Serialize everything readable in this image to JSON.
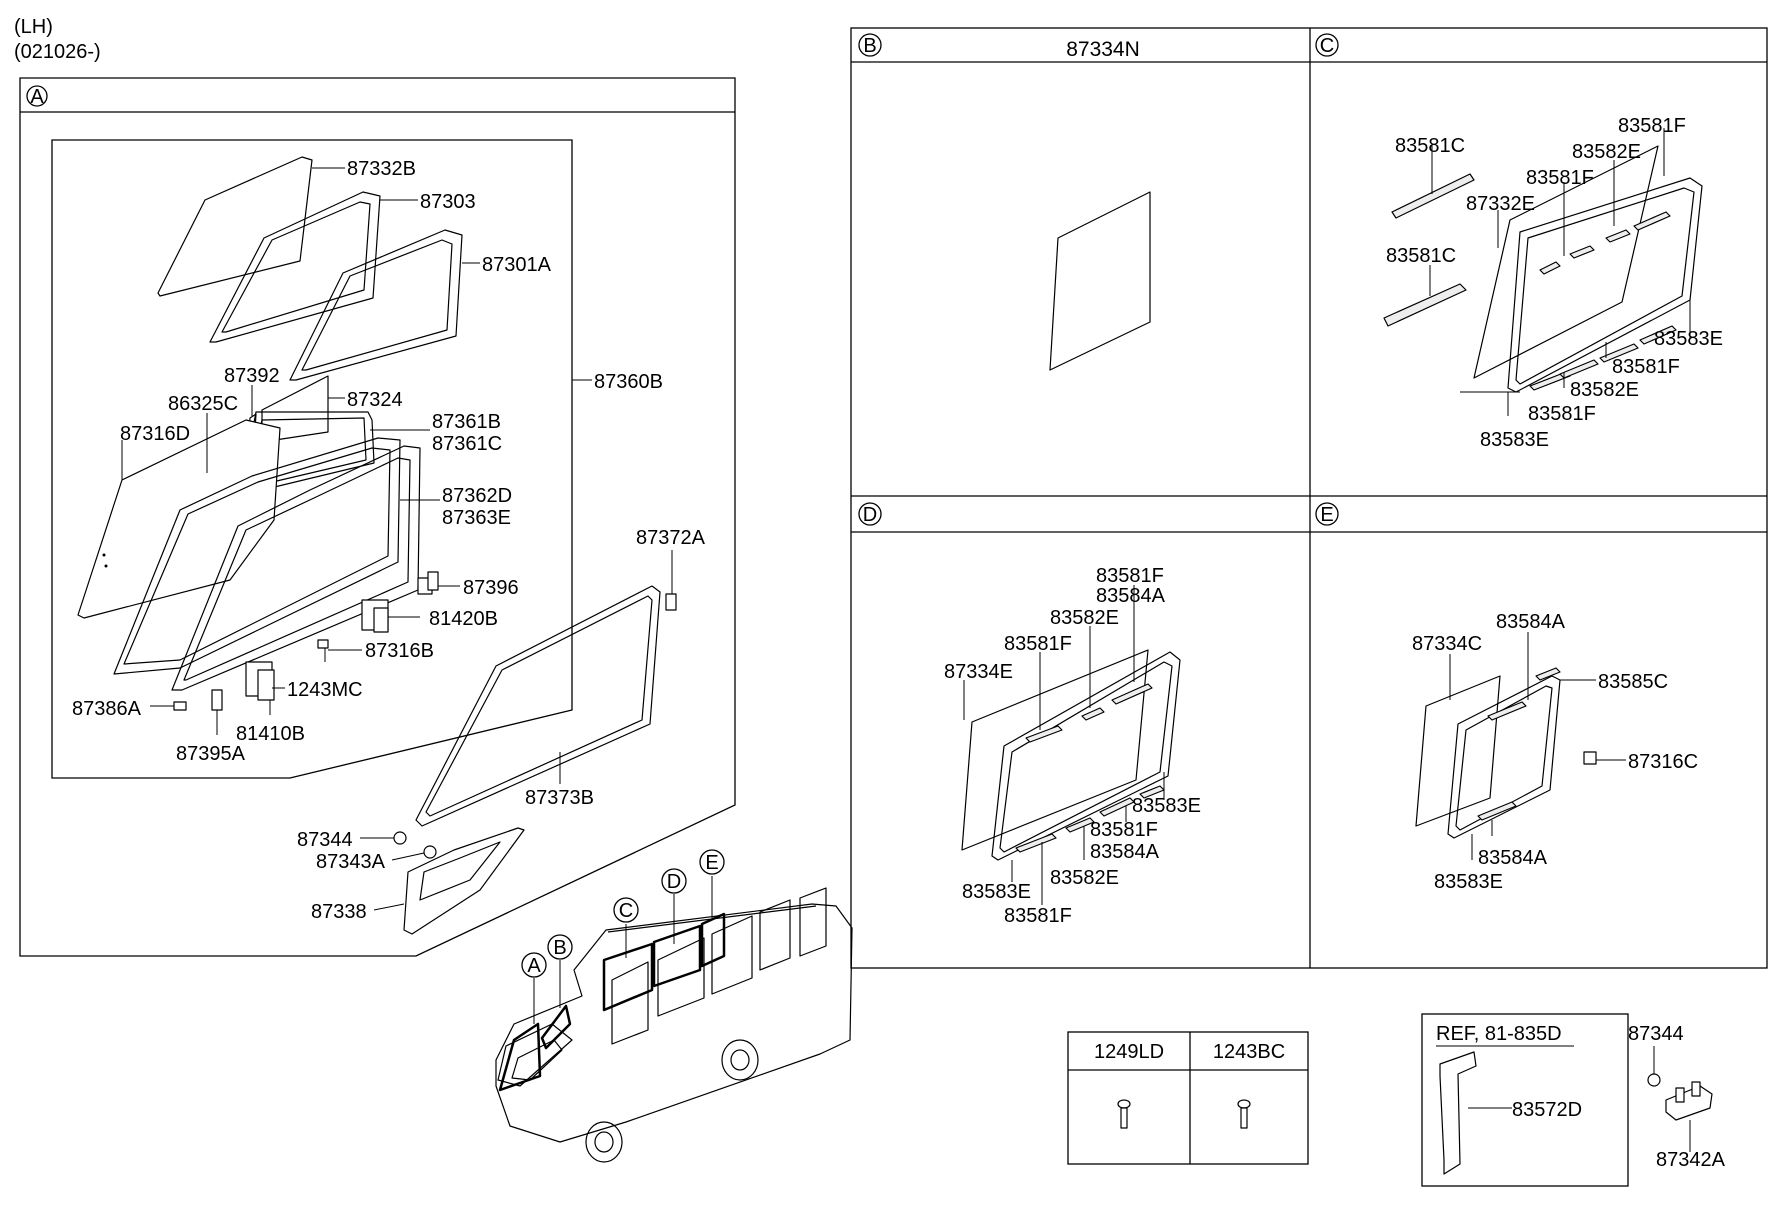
{
  "header": {
    "side": "(LH)",
    "serial": "(021026-)"
  },
  "sections": {
    "A": "A",
    "B": "B",
    "C": "C",
    "D": "D",
    "E": "E"
  },
  "section_b_title": "87334N",
  "labels_a": {
    "p87332B": "87332B",
    "p87303": "87303",
    "p87301A": "87301A",
    "p87360B": "87360B",
    "p87392": "87392",
    "p87324": "87324",
    "p86325C": "86325C",
    "p87316D": "87316D",
    "p87361B": "87361B",
    "p87361C": "87361C",
    "p87362D": "87362D",
    "p87363E": "87363E",
    "p87372A": "87372A",
    "p87396": "87396",
    "p81420B": "81420B",
    "p87316B": "87316B",
    "p1243MC": "1243MC",
    "p87386A": "87386A",
    "p81410B": "81410B",
    "p87395A": "87395A",
    "p87373B": "87373B",
    "p87344": "87344",
    "p87343A": "87343A",
    "p87338": "87338"
  },
  "labels_c": {
    "l1": "83581C",
    "l2": "83581F",
    "l3": "83582E",
    "l4": "83581F",
    "l5": "87332E",
    "l6": "83581C",
    "l7": "83583E",
    "l8": "83581F",
    "l9": "83582E",
    "l10": "83581F",
    "l11": "83583E"
  },
  "labels_d": {
    "l1": "83581F",
    "l2": "83584A",
    "l3": "83582E",
    "l4": "83581F",
    "l5": "87334E",
    "l6": "83583E",
    "l7": "83581F",
    "l8": "83584A",
    "l9": "83582E",
    "l10": "83583E",
    "l11": "83581F"
  },
  "labels_e": {
    "l1": "83584A",
    "l2": "87334C",
    "l3": "83585C",
    "l4": "87316C",
    "l5": "83584A",
    "l6": "83583E"
  },
  "fastener_table": {
    "col1": "1249LD",
    "col2": "1243BC"
  },
  "ref_box": {
    "title": "REF, 81-835D",
    "part": "83572D"
  },
  "extra": {
    "p87344": "87344",
    "p87342A": "87342A"
  },
  "van_callouts": {
    "A": "A",
    "B": "B",
    "C": "C",
    "D": "D",
    "E": "E"
  }
}
